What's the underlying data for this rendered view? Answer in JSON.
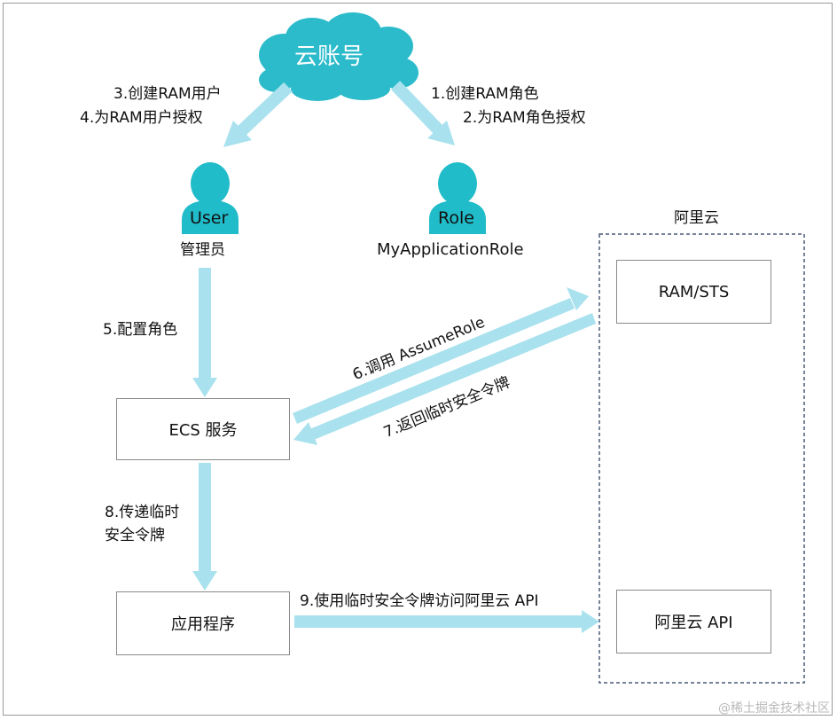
{
  "cloud_account": "云账号",
  "steps": {
    "s1": "1.创建RAM角色",
    "s2": "2.为RAM角色授权",
    "s3": "3.创建RAM用户",
    "s4": "4.为RAM用户授权",
    "s5": "5.配置角色",
    "s6": "6.调用 AssumeRole",
    "s7": "7.返回临时安全令牌",
    "s8_line1": "8.传递临时",
    "s8_line2": "安全令牌",
    "s9": "9.使用临时安全令牌访问阿里云 API"
  },
  "user": {
    "badge": "User",
    "caption": "管理员"
  },
  "role": {
    "badge": "Role",
    "caption": "MyApplicationRole"
  },
  "boxes": {
    "ecs": "ECS 服务",
    "app": "应用程序",
    "ram_sts": "RAM/STS",
    "aliyun_api": "阿里云 API"
  },
  "aliyun_group_label": "阿里云",
  "watermark": "@稀土掘金技术社区",
  "colors": {
    "arrow": "#a9e2ee",
    "person": "#21bcc9",
    "cloud": "#2bbbcb",
    "group_border": "#4a5a78"
  }
}
